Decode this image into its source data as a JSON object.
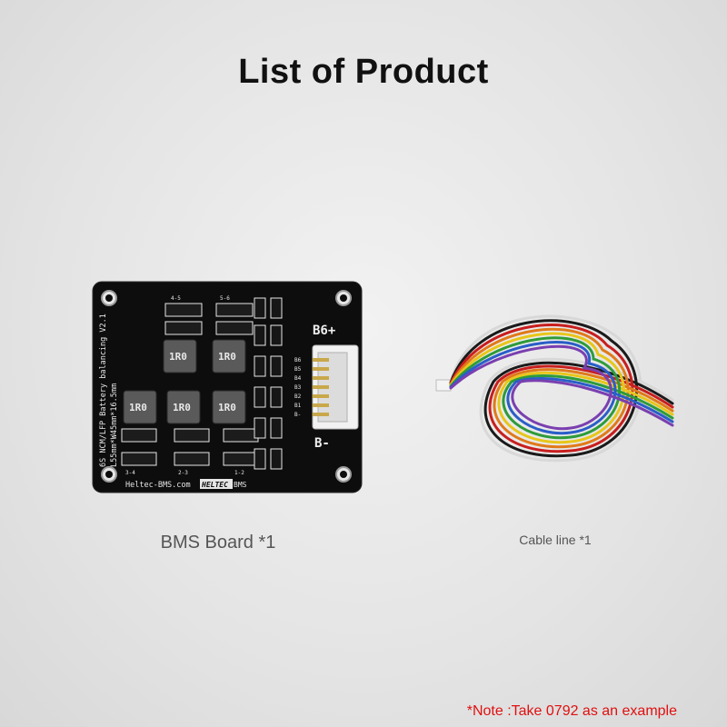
{
  "title": "List of Product",
  "products": [
    {
      "caption": "BMS Board *1",
      "image": "bms-board-image",
      "board_text": {
        "silkscreen_line1": "6S NCM/LFP Battery balancing V2.1",
        "silkscreen_line2": "L55mm*W45mm*16.5mm",
        "website": "Heltec-BMS.com",
        "brand_left": "HELTEC",
        "brand_right": "BMS",
        "terminal_top": "B6+",
        "terminal_bottom": "B-",
        "pin_labels": [
          "B6",
          "B5",
          "B4",
          "B3",
          "B2",
          "B1",
          "B-"
        ],
        "inductor_label": "1R0",
        "cell_labels": [
          "4-5",
          "5-6",
          "3-4",
          "2-3",
          "1-2"
        ]
      }
    },
    {
      "caption": "Cable line *1",
      "image": "cable-line-image",
      "wire_colors": [
        "#d8d8d8",
        "#1a1a1a",
        "#c81e1e",
        "#e07a1a",
        "#e8c61a",
        "#2e9b3a",
        "#2a5ec8",
        "#7a3fb0"
      ]
    }
  ],
  "note": "*Note :Take 0792 as an example",
  "colors": {
    "title": "#111111",
    "caption": "#555555",
    "note": "#e01010",
    "pcb": "#0d0d0d"
  }
}
